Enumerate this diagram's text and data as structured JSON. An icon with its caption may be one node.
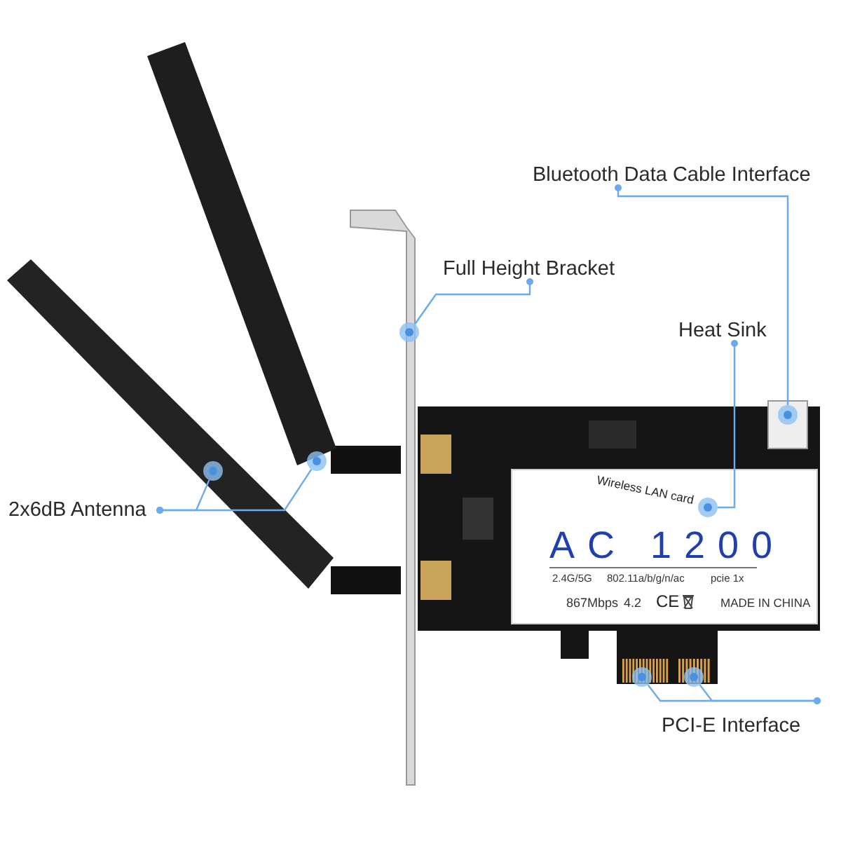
{
  "diagram": {
    "nodes": [
      {
        "text": [
          "Bluetooth Data Cable Interface"
        ]
      },
      {
        "text": [
          "Full Height Bracket"
        ]
      },
      {
        "text": [
          "Heat Sink"
        ]
      },
      {
        "text": [
          "2x6dB Antenna"
        ]
      },
      {
        "text": [
          "PCI-E Interface"
        ]
      },
      {
        "text": [],
        "shape": "circle"
      },
      {
        "text": [],
        "shape": "circle"
      },
      {
        "text": [],
        "shape": "circle"
      },
      {
        "text": [],
        "shape": "circle"
      },
      {
        "text": [],
        "shape": "circle"
      },
      {
        "text": [],
        "shape": "circle"
      },
      {
        "text": [],
        "shape": "circle"
      }
    ],
    "edges": [
      {
        "from": 0,
        "to": 5,
        "arrow": "other"
      },
      {
        "from": 1,
        "to": 6,
        "arrow": "other"
      },
      {
        "from": 2,
        "to": 7,
        "arrow": "other"
      },
      {
        "from": 3,
        "to": 8,
        "arrow": "other"
      },
      {
        "from": 3,
        "to": 9,
        "arrow": "other"
      },
      {
        "from": 4,
        "to": 10,
        "arrow": "other"
      },
      {
        "from": 4,
        "to": 11,
        "arrow": "other"
      }
    ],
    "labels": [
      "Wireless LAN card",
      "AC 1200",
      "2.4G/5G",
      "802.11a/b/g/n/ac",
      "pcie 1x",
      "867Mbps",
      "4.2",
      "CE",
      "MADE IN CHINA"
    ]
  }
}
